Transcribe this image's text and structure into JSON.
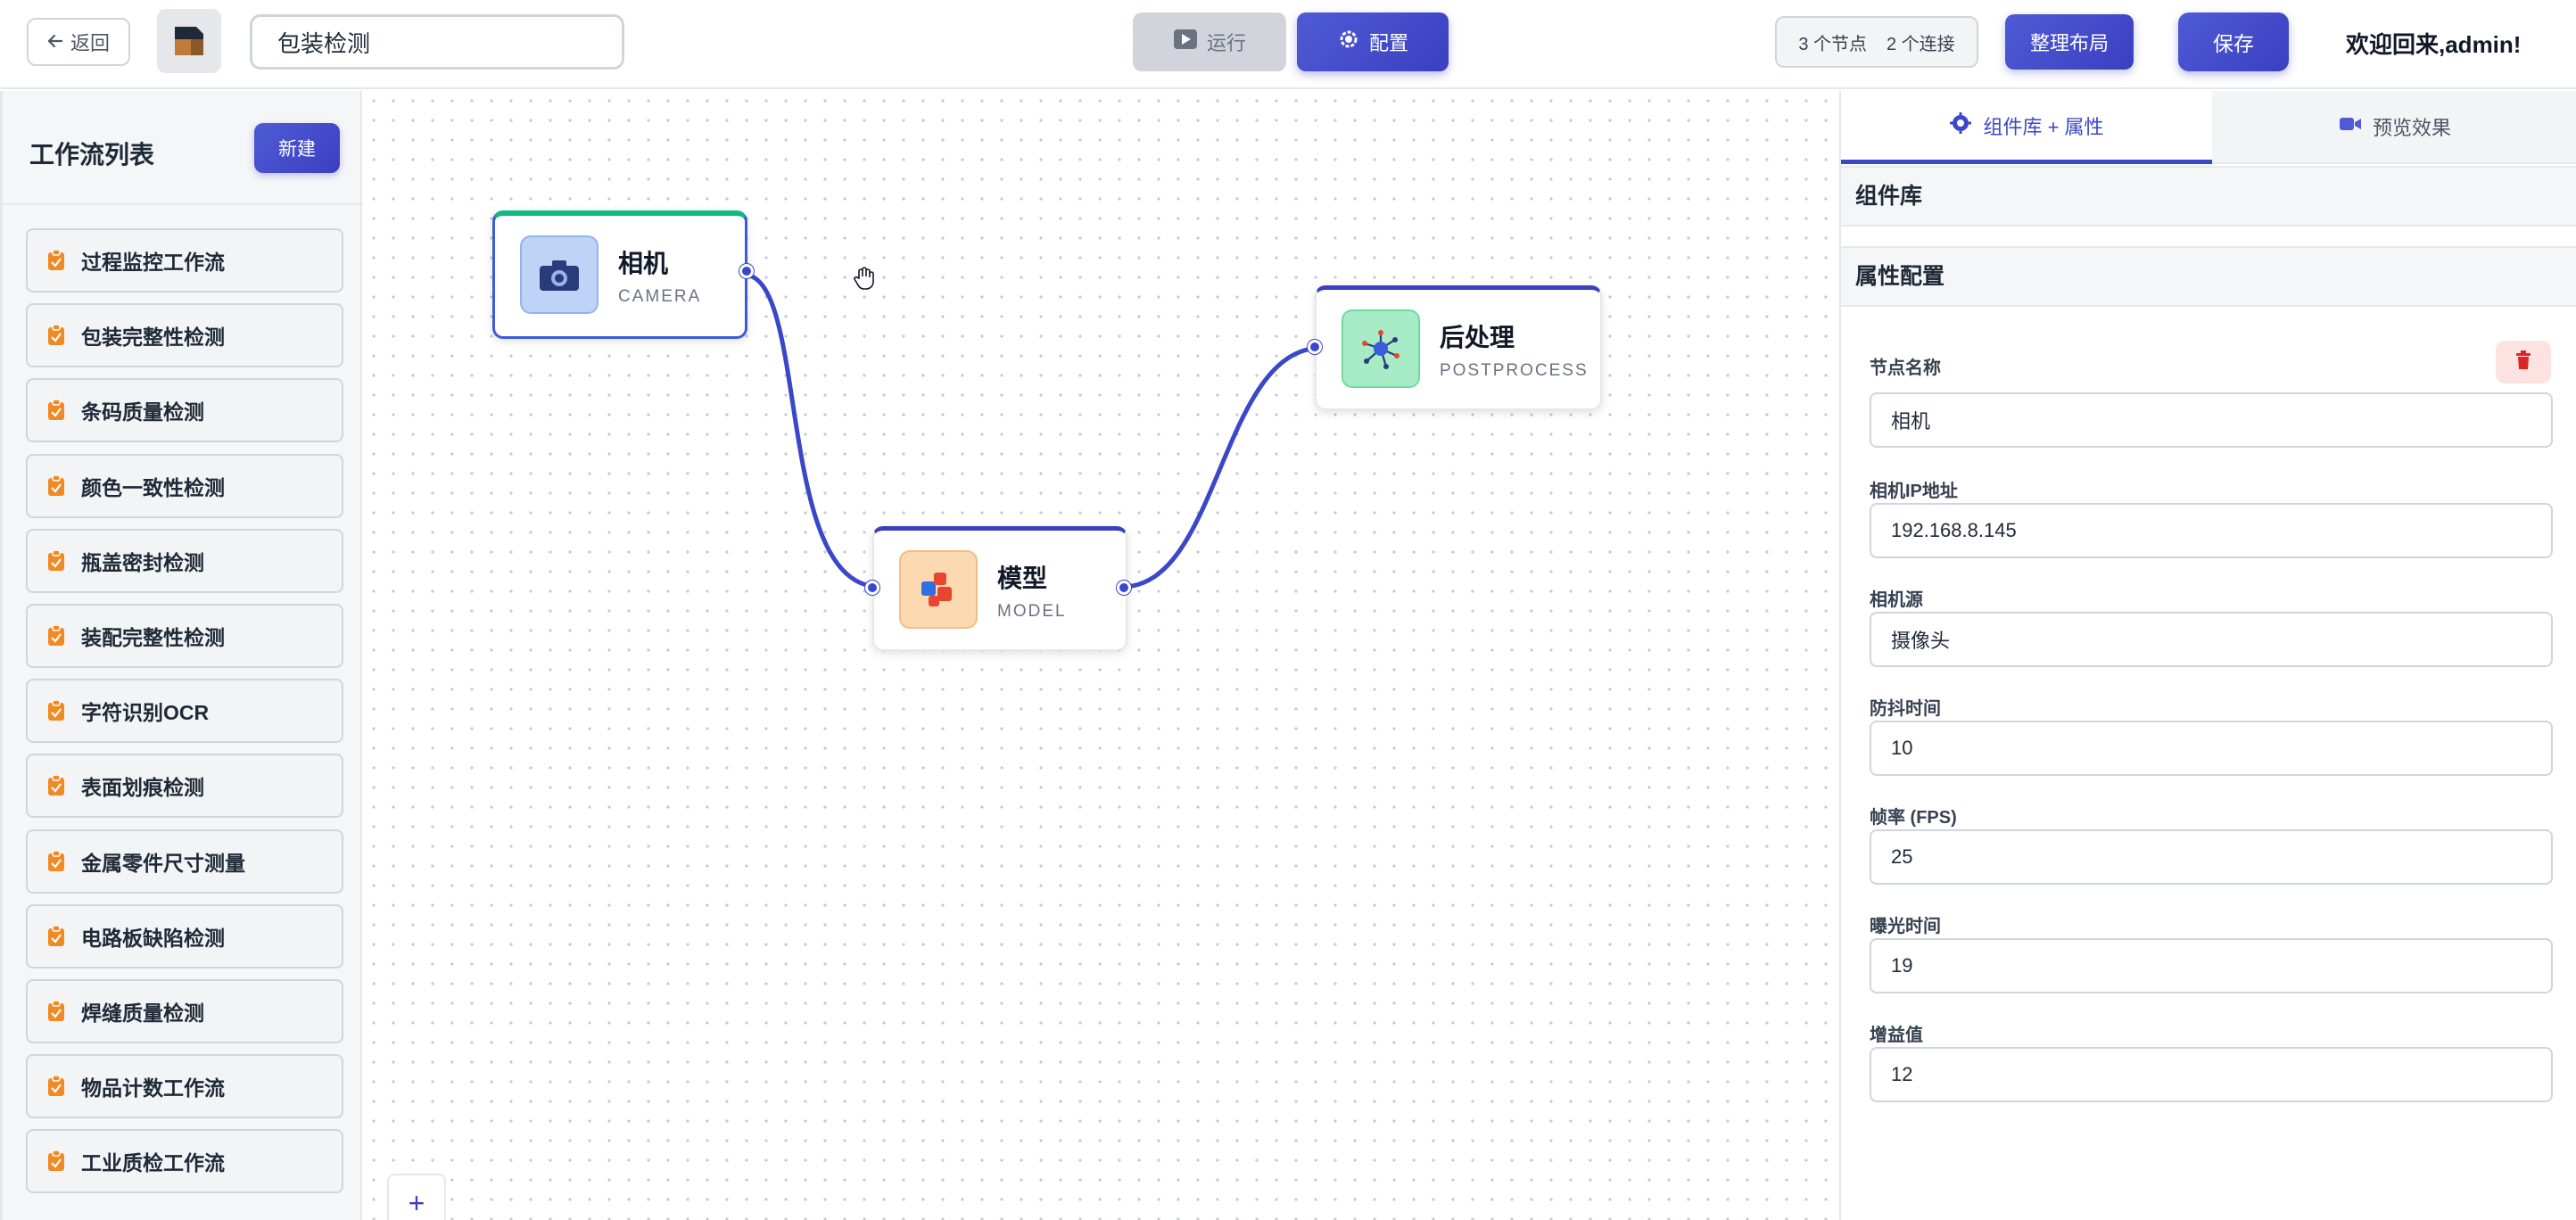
{
  "header": {
    "back_label": "返回",
    "workflow_title": "包装检测",
    "run_label": "运行",
    "config_label": "配置",
    "node_count": "3 个节点",
    "edge_count": "2 个连接",
    "layout_label": "整理布局",
    "save_label": "保存",
    "welcome": "欢迎回来,admin!"
  },
  "sidebar": {
    "title": "工作流列表",
    "new_label": "新建",
    "items": [
      "过程监控工作流",
      "包装完整性检测",
      "条码质量检测",
      "颜色一致性检测",
      "瓶盖密封检测",
      "装配完整性检测",
      "字符识别OCR",
      "表面划痕检测",
      "金属零件尺寸测量",
      "电路板缺陷检测",
      "焊缝质量检测",
      "物品计数工作流",
      "工业质检工作流"
    ]
  },
  "canvas": {
    "nodes": {
      "camera": {
        "name": "相机",
        "type": "CAMERA"
      },
      "model": {
        "name": "模型",
        "type": "MODEL"
      },
      "postprocess": {
        "name": "后处理",
        "type": "POSTPROCESS"
      }
    },
    "edge_color": "#3b47c9",
    "zoom_in_label": "+"
  },
  "panel": {
    "tab_props": "组件库 + 属性",
    "tab_preview": "预览效果",
    "library_title": "组件库",
    "props_title": "属性配置",
    "fields": {
      "node_name": {
        "label": "节点名称",
        "value": "相机"
      },
      "camera_ip": {
        "label": "相机IP地址",
        "value": "192.168.8.145"
      },
      "camera_source": {
        "label": "相机源",
        "value": "摄像头"
      },
      "debounce": {
        "label": "防抖时间",
        "value": "10"
      },
      "fps": {
        "label": "帧率 (FPS)",
        "value": "25"
      },
      "exposure": {
        "label": "曝光时间",
        "value": "19"
      },
      "gain": {
        "label": "增益值",
        "value": "12"
      }
    }
  },
  "colors": {
    "accent": "#3b47c9",
    "camera_top": "#10b981",
    "wf_icon": "#f08a24",
    "delete": "#dc2626"
  }
}
